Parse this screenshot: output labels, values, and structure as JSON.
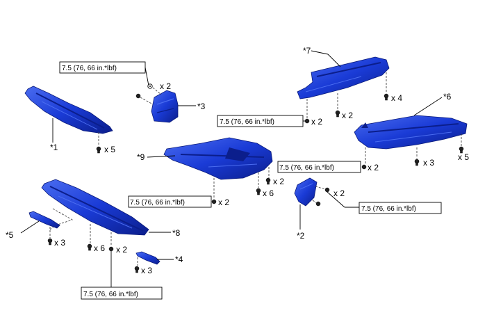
{
  "colors": {
    "part_blue": "#1a3bd6",
    "part_dark": "#0b1e8c",
    "part_light": "#4a6cf0"
  },
  "icons": [
    "bolt-icon",
    "washer-icon"
  ],
  "torque_spec": "7.5 (76, 66 in.*lbf)",
  "torque_labels": [
    "7.5 (76, 66 in.*lbf)",
    "7.5 (76, 66 in.*lbf)",
    "7.5 (76, 66 in.*lbf)",
    "7.5 (76, 66 in.*lbf)",
    "7.5 (76, 66 in.*lbf)",
    "7.5 (76, 66 in.*lbf)"
  ],
  "part_callouts": [
    "*1",
    "*2",
    "*3",
    "*4",
    "*5",
    "*6",
    "*7",
    "*8",
    "*9"
  ],
  "quantities": {
    "part1_clips": "x 5",
    "part3_bolts": "x 2",
    "part7_bolts_left": "x 2",
    "part7_clips_mid": "x 2",
    "part7_clips_right": "x 4",
    "part6_bolts_left": "x 2",
    "part6_clips_mid": "x 3",
    "part6_clips_right": "x 5",
    "part9_bolts": "x 2",
    "part9_clips_mid": "x 2",
    "part9_clips_right": "x 6",
    "part2_bolts": "x 2",
    "part5_clips": "x 3",
    "part8_clips": "x 6",
    "part8_bolts": "x 2",
    "part4_clips": "x 3"
  }
}
